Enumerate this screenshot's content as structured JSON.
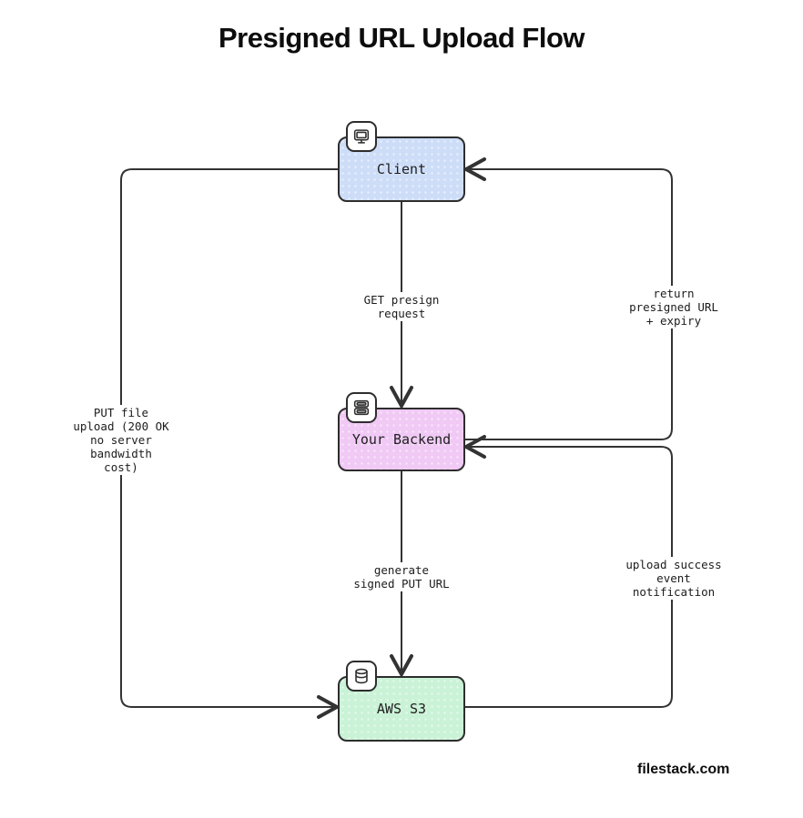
{
  "title": "Presigned URL Upload Flow",
  "watermark": "filestack.com",
  "colors": {
    "background": "#ffffff",
    "client_fill": "#cdddf8",
    "backend_fill": "#f0c9f5",
    "s3_fill": "#c9f2d6",
    "node_border": "#2d2d2d",
    "edge_stroke": "#333333",
    "text": "#1c1c1c"
  },
  "nodes": [
    {
      "id": "client",
      "label": "Client",
      "icon": "monitor-icon"
    },
    {
      "id": "backend",
      "label": "Your Backend",
      "icon": "server-icon"
    },
    {
      "id": "s3",
      "label": "AWS S3",
      "icon": "database-icon"
    }
  ],
  "edges": [
    {
      "from": "client",
      "to": "backend",
      "label": "GET presign\nrequest"
    },
    {
      "from": "backend",
      "to": "client",
      "label": "return\npresigned URL\n+ expiry"
    },
    {
      "from": "backend",
      "to": "s3",
      "label": "generate\nsigned PUT URL"
    },
    {
      "from": "s3",
      "to": "backend",
      "label": "upload success\nevent\nnotification"
    },
    {
      "from": "client",
      "to": "s3",
      "label": "PUT file\nupload (200 OK\nno server\nbandwidth\ncost)"
    }
  ]
}
